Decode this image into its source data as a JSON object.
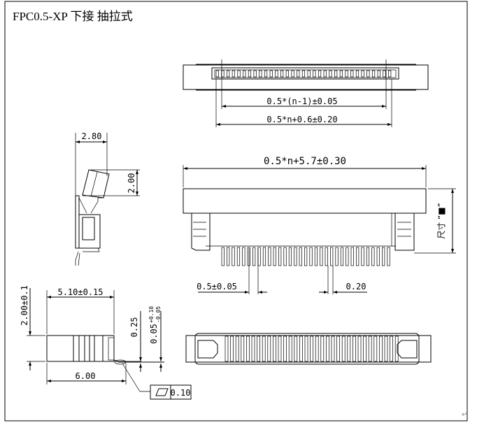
{
  "title": "FPC0.5-XP  下接  抽拉式",
  "para_mark": "↵",
  "top_view": {
    "dim_pitch_span": "0.5*(n-1)±0.05",
    "dim_inner_width": "0.5*n+0.6±0.20"
  },
  "side_view": {
    "dim_width": "2.80",
    "dim_height": "2.00"
  },
  "front_view": {
    "dim_total_width": "0.5*n+5.7±0.30",
    "dim_height_label": "尺寸 “■”",
    "dim_pitch": "0.5±0.05",
    "dim_pin_width": "0.20"
  },
  "bottom_side_view": {
    "dim_length": "5.10±0.15",
    "dim_height": "2.00±0.1",
    "dim_overall": "6.00",
    "dim_pin_offset": "0.25",
    "dim_tolerance": "0.05",
    "dim_tolerance_upper": "+0.10",
    "dim_tolerance_lower": "-0.05",
    "flatness_value": "0.10"
  }
}
